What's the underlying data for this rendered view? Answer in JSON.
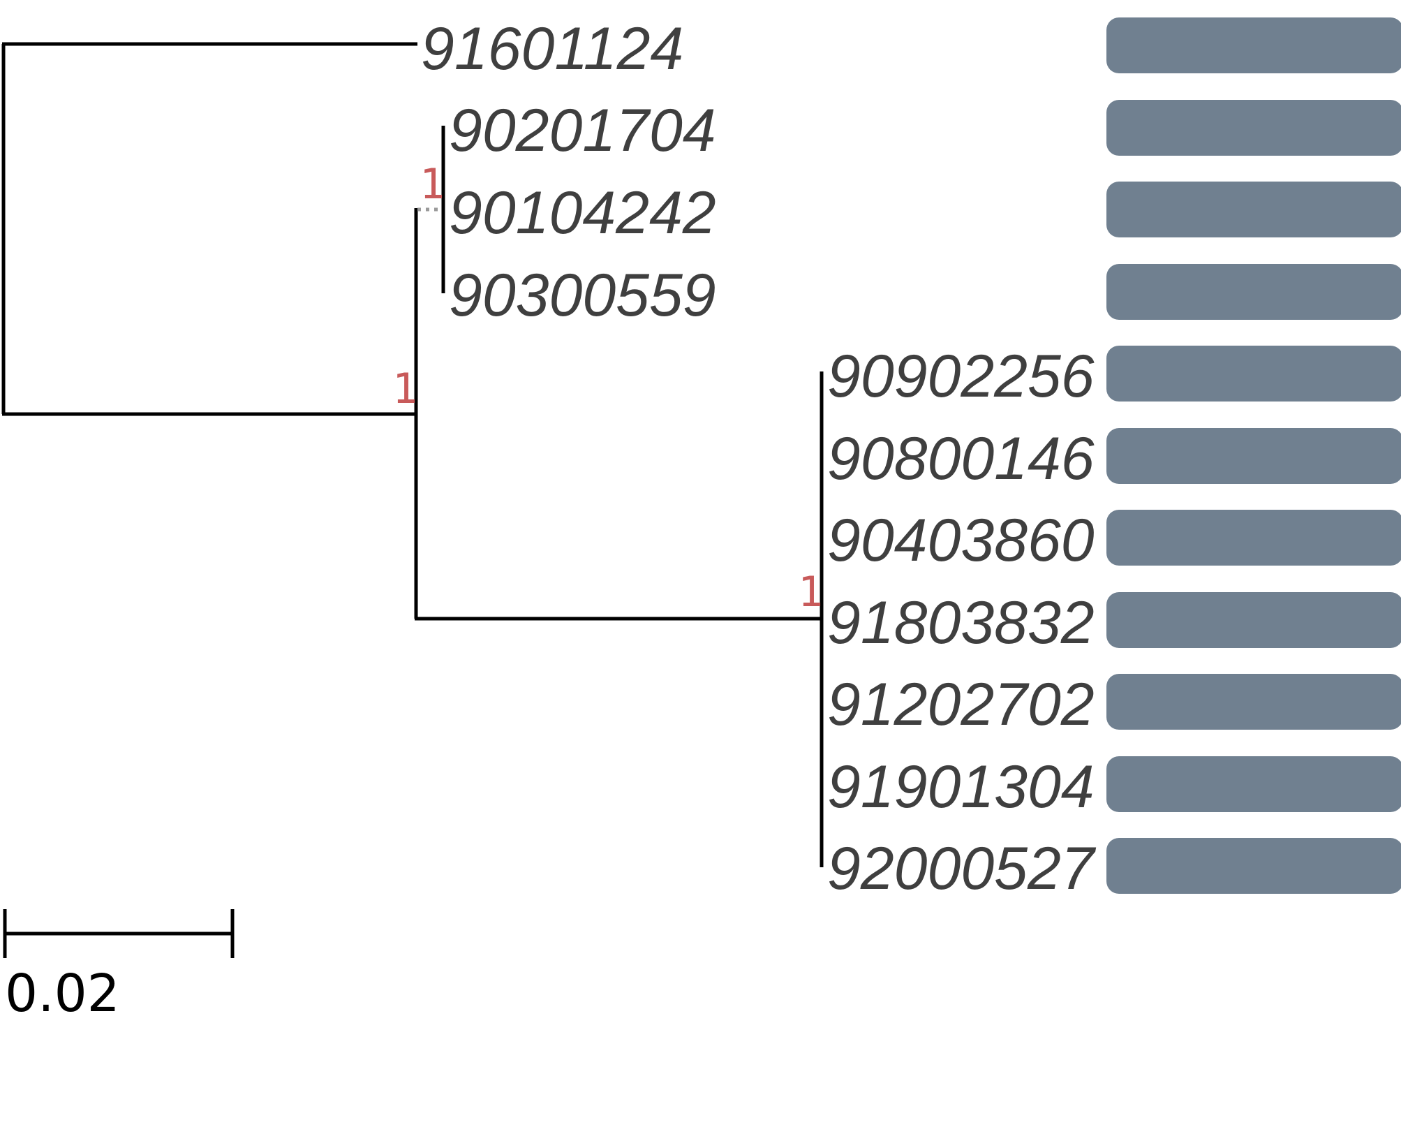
{
  "tree": {
    "leaves": [
      "91601124",
      "90201704",
      "90104242",
      "90300559",
      "90902256",
      "90800146",
      "90403860",
      "91803832",
      "91202702",
      "91901304",
      "92000527"
    ],
    "support_values": [
      "1",
      "1",
      "1"
    ],
    "scale_bar_label": "0.02",
    "colors": {
      "branch": "#000000",
      "leaf_text": "#3f3f3f",
      "support_text": "#c85a5a",
      "annotation_bar": "#708090",
      "dotted_connector": "#9a9a9a"
    }
  }
}
